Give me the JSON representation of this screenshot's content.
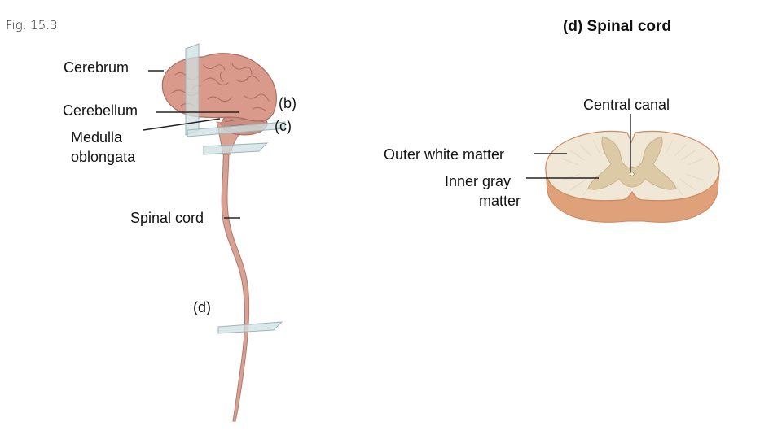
{
  "figure_number": "Fig. 15.3",
  "panel_title": {
    "letter": "(d)",
    "text": "Spinal cord"
  },
  "labels": {
    "cerebrum": "Cerebrum",
    "cerebellum": "Cerebellum",
    "medulla_line1": "Medulla",
    "medulla_line2": "oblongata",
    "spinal_cord": "Spinal cord",
    "plane_b": "(b)",
    "plane_c": "(c)",
    "plane_d": "(d)",
    "central_canal": "Central canal",
    "outer_white_matter": "Outer white matter",
    "inner_gray_line1": "Inner gray",
    "inner_gray_line2": "matter"
  },
  "colors": {
    "brain": "#d99a8c",
    "brain_sulci": "#b56f62",
    "cord": "#d7a294",
    "plane": "#cfe0e3",
    "white_matter": "#f1e7d6",
    "gray_matter": "#dcc9a6",
    "cross_section_edge": "#c98a62"
  }
}
